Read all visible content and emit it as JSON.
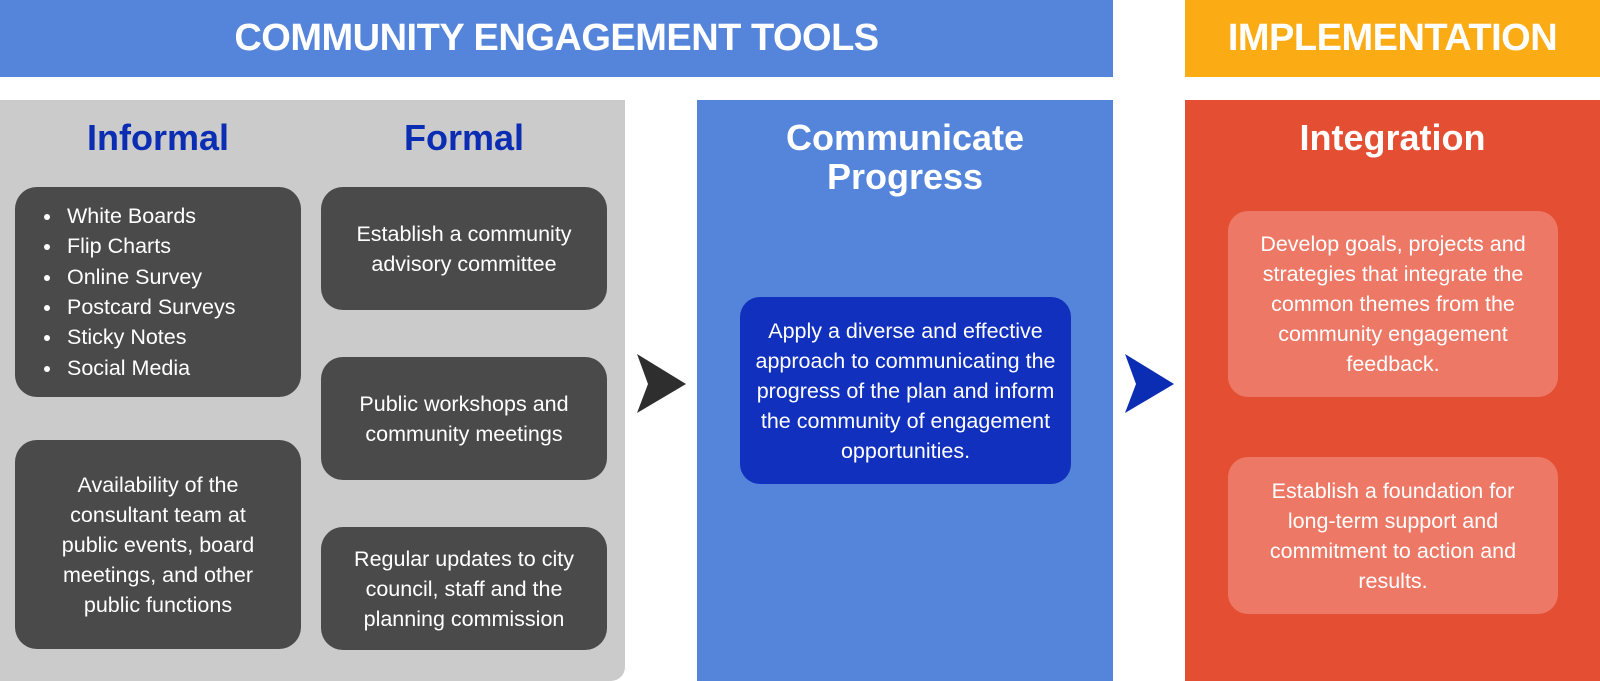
{
  "colors": {
    "blue": "#5585db",
    "gold": "#fbab14",
    "grey_panel": "#cbcbcb",
    "dark_card": "#4a4a4a",
    "navy": "#0b2db3",
    "navy_card": "#1030bd",
    "red_panel": "#e44f34",
    "salmon_card": "#ed7866"
  },
  "headers": {
    "engagement_tools": "COMMUNITY ENGAGEMENT TOOLS",
    "implementation": "IMPLEMENTATION"
  },
  "informal": {
    "title": "Informal",
    "bullets": [
      "White Boards",
      "Flip Charts",
      "Online Survey",
      "Postcard Surveys",
      "Sticky Notes",
      "Social Media"
    ],
    "availability": "Availability of the consultant team at public events, board meetings, and other public functions"
  },
  "formal": {
    "title": "Formal",
    "items": [
      "Establish a community advisory committee",
      "Public workshops and community meetings",
      "Regular updates to city council, staff and the planning commission"
    ]
  },
  "communicate": {
    "title_line1": "Communicate",
    "title_line2": "Progress",
    "body": "Apply a diverse and effective approach to communicating the progress of the plan and inform the community of engagement opportunities."
  },
  "integration": {
    "title": "Integration",
    "items": [
      "Develop goals, projects and strategies that integrate the common themes from the community engagement feedback.",
      "Establish a foundation for long-term support and commitment to action and results."
    ]
  }
}
